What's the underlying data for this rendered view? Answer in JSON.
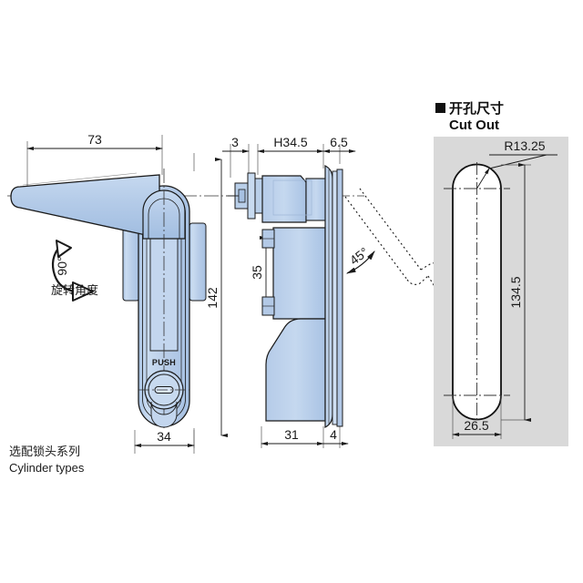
{
  "page": {
    "background": "#ffffff",
    "part_fill": "#b9cfe9",
    "part_fill_light": "#cbdcf0",
    "part_fill_dark": "#a7c1e2",
    "line_color": "#1a1a1a",
    "panel_bg": "#d9d9d9"
  },
  "front_view": {
    "name": "front-elevation",
    "dimensions": {
      "handle_length": "73",
      "overall_height": "142",
      "body_width": "34"
    },
    "push_label": "PUSH",
    "rotation_note": {
      "angle": "90°",
      "cjk": "旋转角度"
    }
  },
  "side_view": {
    "name": "side-elevation",
    "dimensions": {
      "screw_projection": "3",
      "mount_depth": "H34.5",
      "flange_depth": "6.5",
      "bolt_spacing": "35",
      "body_depth": "31",
      "plate_thickness": "4",
      "open_angle": "45°"
    }
  },
  "cutout_panel": {
    "name": "cut-out-panel",
    "title_cjk": "开孔尺寸",
    "title_en": "Cut Out",
    "dimensions": {
      "corner_radius": "R13.25",
      "slot_height": "134.5",
      "slot_width": "26.5"
    }
  },
  "footnote": {
    "cjk": "选配锁头系列",
    "en": "Cylinder types"
  }
}
